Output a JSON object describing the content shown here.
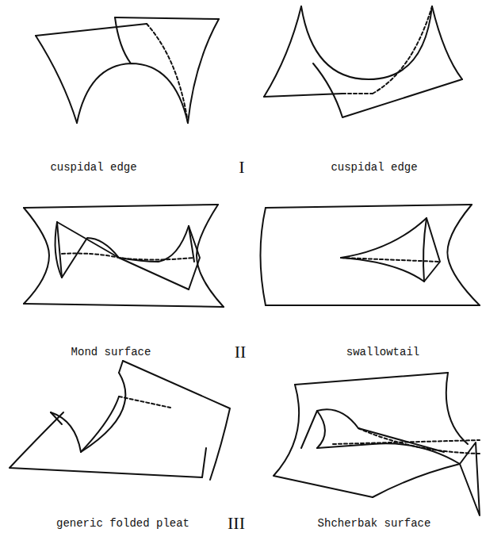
{
  "diagram": {
    "labels": [
      "cuspidal edge",
      "I",
      "cuspidal edge",
      "Mond surface",
      "II",
      "swallowtail",
      "generic folded pleat",
      "III",
      "Shcherbak surface"
    ]
  }
}
